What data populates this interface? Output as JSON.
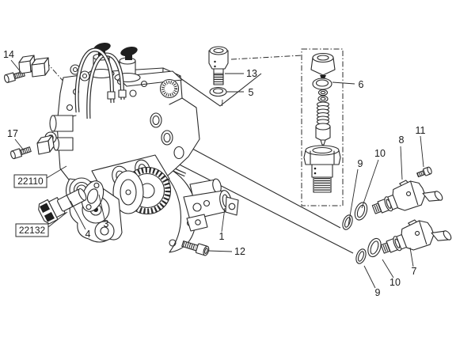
{
  "diagram": {
    "kind": "exploded-parts-diagram",
    "subject": "fuel-injection-pump",
    "background": "#ffffff",
    "line_color": "#2a2a2a",
    "callouts": {
      "c1": "1",
      "c3": "3",
      "c4": "4",
      "c5": "5",
      "c6": "6",
      "c7": "7",
      "c8": "8",
      "c9a": "9",
      "c9b": "9",
      "c10a": "10",
      "c10b": "10",
      "c11": "11",
      "c12": "12",
      "c13": "13",
      "c14": "14",
      "c17": "17"
    },
    "reference_boxes": {
      "box1": "22110",
      "box2": "22132"
    }
  }
}
